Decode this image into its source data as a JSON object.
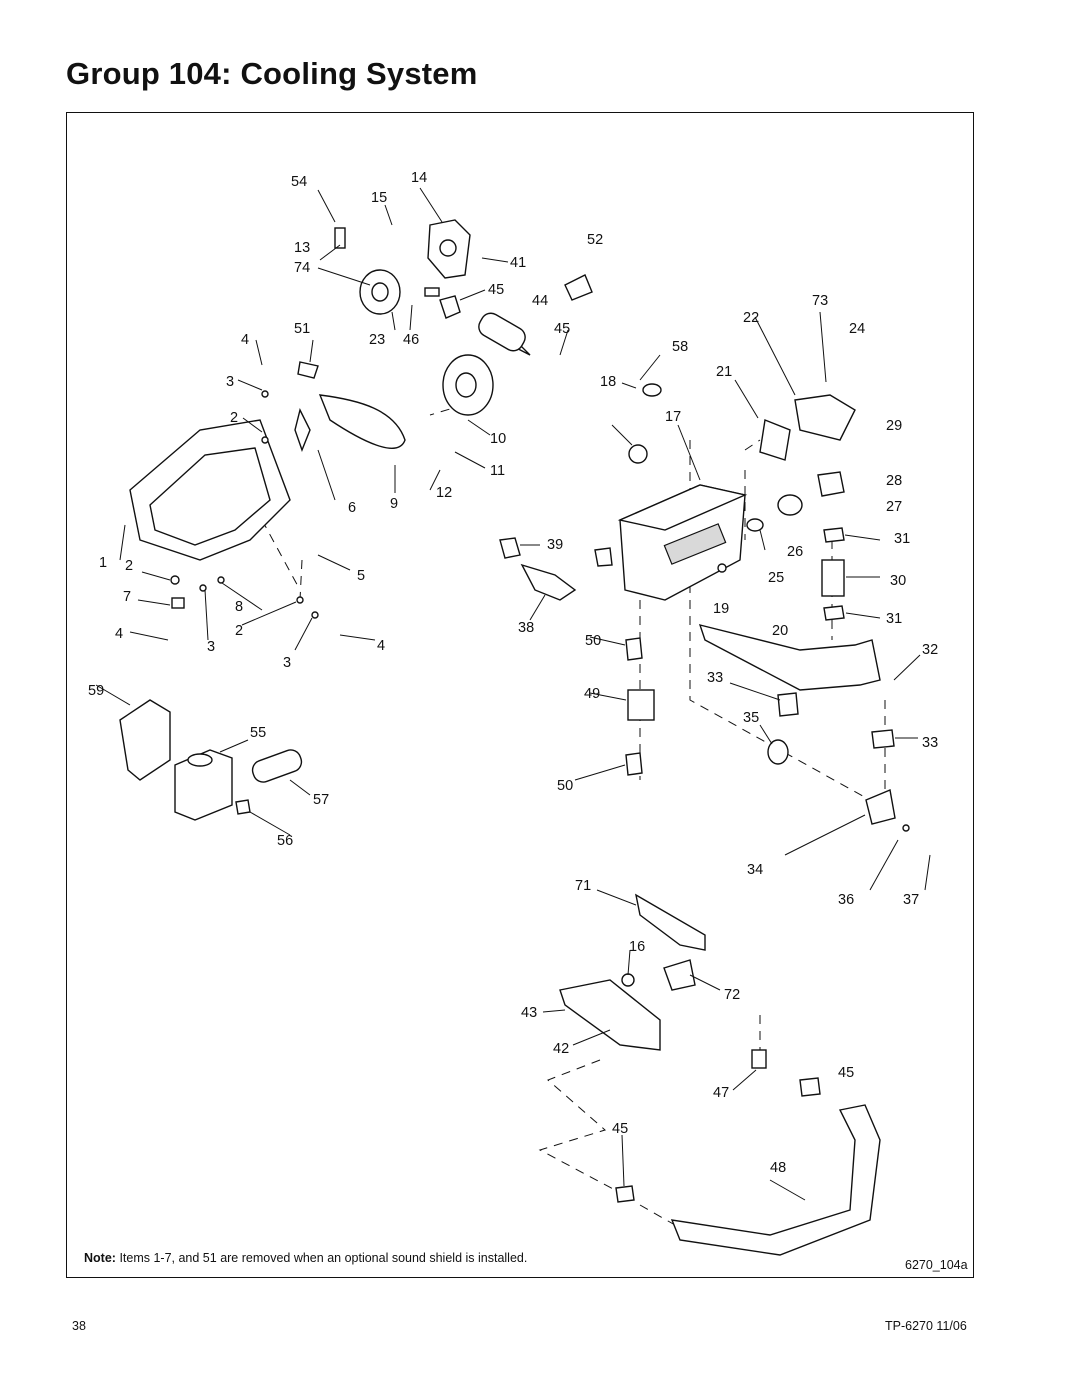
{
  "title": "Group 104:  Cooling System",
  "note": {
    "label": "Note:",
    "text": "Items 1-7, and 51 are removed when an optional sound shield is installed."
  },
  "figure_id": "6270_104a",
  "footer": {
    "page_number": "38",
    "doc_ref": "TP-6270  11/06"
  },
  "callouts": [
    "54",
    "14",
    "15",
    "52",
    "13",
    "41",
    "74",
    "45",
    "44",
    "73",
    "22",
    "24",
    "51",
    "4",
    "23",
    "46",
    "45",
    "58",
    "3",
    "18",
    "21",
    "2",
    "17",
    "29",
    "10",
    "11",
    "28",
    "6",
    "9",
    "12",
    "27",
    "39",
    "1",
    "2",
    "31",
    "5",
    "26",
    "7",
    "25",
    "30",
    "8",
    "2",
    "19",
    "31",
    "4",
    "3",
    "38",
    "50",
    "20",
    "4",
    "3",
    "32",
    "59",
    "49",
    "33",
    "55",
    "35",
    "33",
    "57",
    "50",
    "56",
    "34",
    "71",
    "36",
    "37",
    "16",
    "72",
    "43",
    "42",
    "45",
    "47",
    "45",
    "48"
  ]
}
